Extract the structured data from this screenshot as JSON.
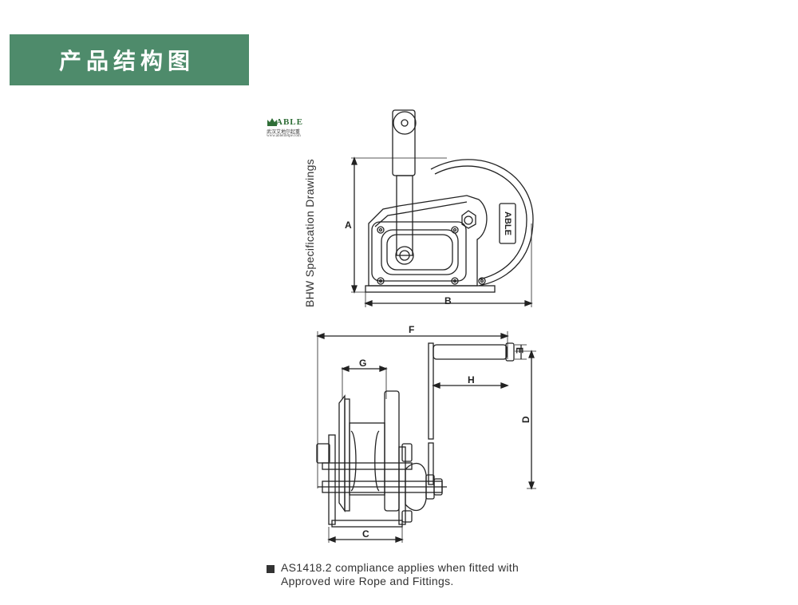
{
  "header": {
    "title": "产品结构图"
  },
  "logo": {
    "brand": "ABLE",
    "chinese_name": "武汉艾地尔起重",
    "url": "www.ablelifetpe.com"
  },
  "caption": "BHW Specification Drawings",
  "dimensions": {
    "A": "A",
    "B": "B",
    "C": "C",
    "D": "D",
    "E": "E",
    "F": "F",
    "G": "G",
    "H": "H"
  },
  "drum_label": "ABLE",
  "note": {
    "line1": "AS1418.2 compliance applies when fitted with",
    "line2": "Approved wire Rope and Fittings."
  },
  "colors": {
    "accent": "#4e8b6b",
    "line": "#222222"
  }
}
